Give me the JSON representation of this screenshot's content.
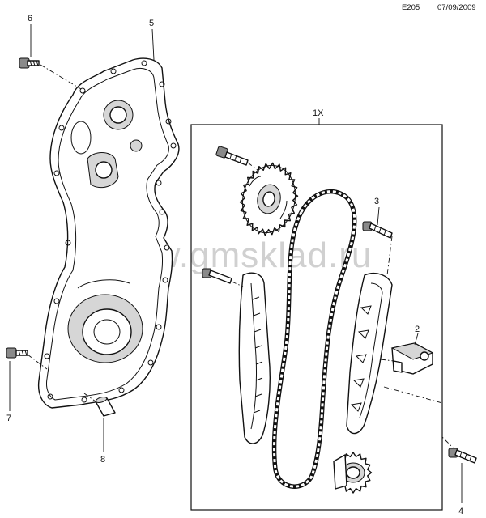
{
  "header": {
    "code": "E205",
    "date": "07/09/2009"
  },
  "watermark": "www.gmsklad.ru",
  "callouts": {
    "kit": "1X",
    "tensioner": "2",
    "bolt_upper_right": "3",
    "bolt_lower_right": "4",
    "cover": "5",
    "bolt_top_left": "6",
    "bolt_left": "7",
    "dowel": "8"
  }
}
